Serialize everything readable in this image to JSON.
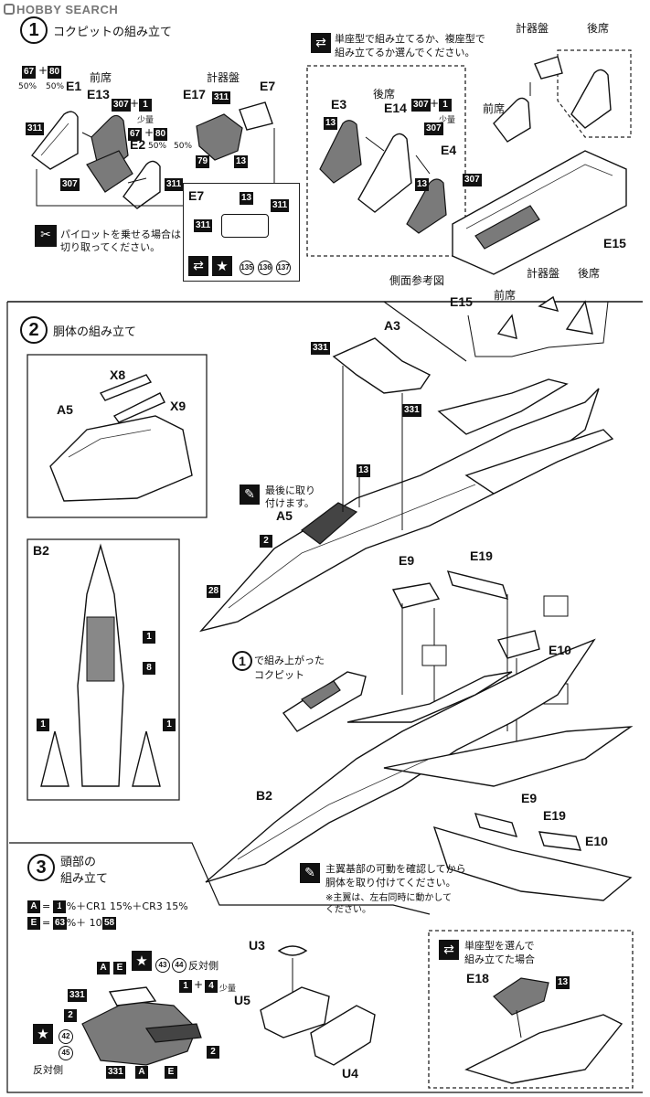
{
  "watermark": "HOBBY SEARCH",
  "step1": {
    "number": "1",
    "title": "コクピットの組み立て",
    "single_seat_note_line1": "単座型で組み立てるか、複座型で",
    "single_seat_note_line2": "組み立てるか選んでください。",
    "labels": {
      "e1": "E1",
      "e13": "E13",
      "e2": "E2",
      "e17": "E17",
      "e7": "E7",
      "e3": "E3",
      "e14": "E14",
      "e4": "E4",
      "e15": "E15",
      "front_seat": "前席",
      "rear_seat": "後席",
      "instrument_panel": "計器盤",
      "front_seat_2": "前席",
      "rear_seat_2": "後席",
      "instrument_panel_2": "計器盤"
    },
    "colors": {
      "c67_80": "67",
      "plus": "+",
      "c80": "80",
      "pct50a": "50%",
      "pct50b": "50%",
      "c311": "311",
      "c307": "307",
      "c1": "1",
      "small_amount": "少量",
      "c79": "79",
      "c13": "13"
    },
    "pilot_note_line1": "パイロットを乗せる場合は",
    "pilot_note_line2": "切り取ってください。",
    "e7_box": {
      "title": "E7",
      "c13": "13",
      "c311": "311",
      "d135": "135",
      "d136": "136",
      "d137": "137"
    },
    "side_reference": "側面参考図",
    "side_labels": {
      "e15": "E15",
      "front": "前席",
      "panel": "計器盤",
      "rear": "後席"
    }
  },
  "step2": {
    "number": "2",
    "title": "胴体の組み立て",
    "labels": {
      "a3": "A3",
      "x8": "X8",
      "x9": "X9",
      "a5": "A5",
      "a5b": "A5",
      "b2": "B2",
      "b2b": "B2",
      "e9": "E9",
      "e19": "E19",
      "e10": "E10",
      "e9b": "E9",
      "e19b": "E19",
      "e10b": "E10"
    },
    "codes": {
      "c331": "331",
      "c331b": "331",
      "c13": "13",
      "c2": "2",
      "c28": "28",
      "c1": "1",
      "c8": "8",
      "c1b": "1",
      "c1c": "1"
    },
    "attach_last_line1": "最後に取り",
    "attach_last_line2": "付けます。",
    "cockpit_ref_line1": "で組み上がった",
    "cockpit_ref_line2": "コクピット",
    "cockpit_ref_step": "1",
    "wing_note_line1": "主翼基部の可動を確認してから",
    "wing_note_line2": "胴体を取り付けてください。",
    "wing_note_line3": "※主翼は、左右同時に動かしてください。"
  },
  "step3": {
    "number": "3",
    "title_line1": "頭部の",
    "title_line2": "組み立て",
    "mix_a": "A",
    "mix_a_text": "=  70%＋CR1 15%＋CR3 15%",
    "mix_a_code": "1",
    "mix_e": "E",
    "mix_e_text": "=   90%＋   10%",
    "mix_e_code1": "63",
    "mix_e_code2": "58",
    "labels": {
      "u3": "U3",
      "u5": "U5",
      "u4": "U4",
      "e18": "E18",
      "a": "A",
      "e": "E",
      "a2": "A",
      "e2": "E"
    },
    "codes": {
      "c331": "331",
      "c2": "2",
      "c2b": "2",
      "c331b": "331",
      "c1": "1",
      "c4": "4",
      "c13": "13"
    },
    "decals": {
      "d43": "43",
      "d44": "44",
      "d42": "42",
      "d45": "45"
    },
    "opposite_side": "反対側",
    "opposite_side_2": "反対側",
    "small_amount": "少量",
    "single_seat_line1": "単座型を選んで",
    "single_seat_line2": "組み立てた場合"
  },
  "icons": {
    "arrows": "swap-arrows-icon",
    "star": "star-icon",
    "cut": "cut-icon",
    "brush": "brush-icon"
  }
}
